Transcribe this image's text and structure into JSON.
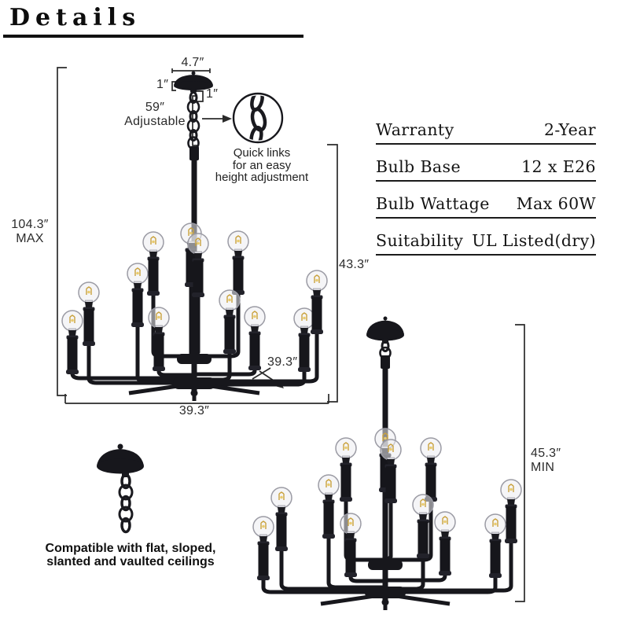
{
  "title": "Details",
  "top_diagram": {
    "canopy_width": "4.7″",
    "canopy_height": "1″",
    "chain_gap": "1″",
    "chain_adjustable": "59″\nAdjustable",
    "quick_links_note": "Quick links\nfor an easy\nheight adjustment",
    "max_height": "104.3″\nMAX",
    "fixture_height": "43.3″",
    "arm_spread": "39.3″",
    "fixture_width": "39.3″"
  },
  "spec_table": {
    "rows": [
      {
        "label": "Warranty",
        "value": "2-Year"
      },
      {
        "label": "Bulb Base",
        "value": "12 x E26"
      },
      {
        "label": "Bulb Wattage",
        "value": "Max 60W"
      },
      {
        "label": "Suitability",
        "value": "UL Listed(dry)"
      }
    ]
  },
  "ceiling_note": "Compatible with flat, sloped,\nslanted and vaulted ceilings",
  "bottom_diagram": {
    "min_height": "45.3″\nMIN"
  },
  "colors": {
    "metal": "#17171c",
    "dimension_line": "#2b2b2b",
    "filament": "#c9a23e"
  }
}
